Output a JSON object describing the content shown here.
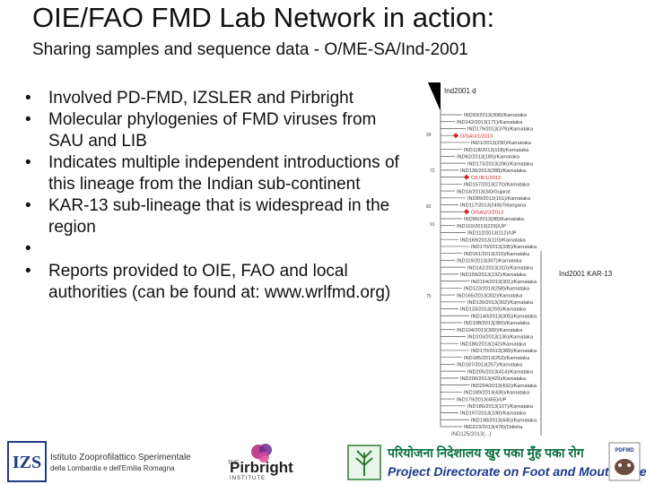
{
  "slide": {
    "title": "OIE/FAO FMD Lab Network in action:",
    "subtitle": "Sharing samples and sequence data  - O/ME-SA/Ind-2001"
  },
  "bullets": [
    "Involved PD-FMD, IZSLER and Pirbright",
    "Molecular phylogenies of FMD viruses from SAU and LIB",
    "Indicates multiple independent introductions of this lineage from the Indian sub-continent",
    "KAR-13 sub-lineage that is widespread in the region",
    "Reports provided to OIE, FAO and local authorities (can be found at: www.wrlfmd.org)"
  ],
  "tree": {
    "top_label": "Ind2001 d",
    "clade_label": "Ind2001 KAR-13",
    "tips": [
      "IND93/2013(308)/Karnataka",
      "IND142/2013(171)/Karnataka",
      "IND179/2013(379)/Karnataka",
      "O/SAU/1/2013",
      "IND1/2013(290)/Karnataka",
      "IND118/2013(118)/Karnataka",
      "IND62/2013(185)/Karnataka",
      "IND173/2013(296)/Karnataka",
      "IND136/2013(288)/Karnataka",
      "O/LIB/1/2013",
      "IND157/2013(270)/Karnataka",
      "IND14/2013(34)/Gujarat",
      "IND89/2013(151)/Karnataka",
      "IND117/2013(249)/Telangana",
      "O/SAU/3/2013",
      "IND96/2013(98)/Karnataka",
      "IND110/2013(229)/UP",
      "IND112/2013(112)/UP",
      "IND169/2013(110)/Karnataka",
      "IND170/2013(335)/Karnataka",
      "IND161/2013(310)/Karnataka",
      "IND119/2013(307)/Karnataka",
      "IND142/2013(310)/Karnataka",
      "IND159/2013(192)/Karnataka",
      "IND164/2013(301)/Karnataka",
      "IND123/2013(258)/Karnataka",
      "IND165/2013(302)/Karnataka",
      "IND139/2013(302)/Karnataka",
      "IND133/2013(259)/Karnataka",
      "IND140/2013(305)/Karnataka",
      "IND198/2013(383)/Karnataka",
      "IND104/2013(300)/Karnataka",
      "IND203/2013(136)/Karnataka",
      "IND186/2013(242)/Karnataka",
      "IND170/2013(389)/Karnataka",
      "IND185/2013(253)/Karnataka",
      "IND187/2013(257)/Karnataka",
      "IND205/2013(414)/Karnataka",
      "IND206/2013(429)/Karnataka",
      "IND204/2013(432)/Karnataka",
      "IND189/2013(436)/Karnataka",
      "IND179/2013(455)/UP",
      "IND186/2013(107)/Karnataka",
      "IND197/2013(108)/Karnataka",
      "IND198/2013(445)/Karnataka",
      "IND223/2013(478)/Odisha"
    ],
    "highlighted": [
      "O/SAU/1/2013",
      "O/LIB/1/2013",
      "O/SAU/3/2013"
    ],
    "bootstrap_labels": [
      "99",
      "72",
      "82",
      "91",
      "75"
    ],
    "bottom_tip": "IND125/2013(...)",
    "highlight_color": "#d42020"
  },
  "footer": {
    "izs_line1": "Istituto Zooprofilattico Sperimentale",
    "izs_line2": "della Lombardia e dell'Emilia Romagna",
    "pirbright_the": "THE",
    "pirbright_name": "Pirbright",
    "pirbright_institute": "INSTITUTE",
    "pd_hindi": "परियोजना निदेशालय खुर पका मुँह पका रोग",
    "pd_english": "Project Directorate on Foot and Mouth Disease",
    "rt_logo_text": "PDFMD"
  }
}
